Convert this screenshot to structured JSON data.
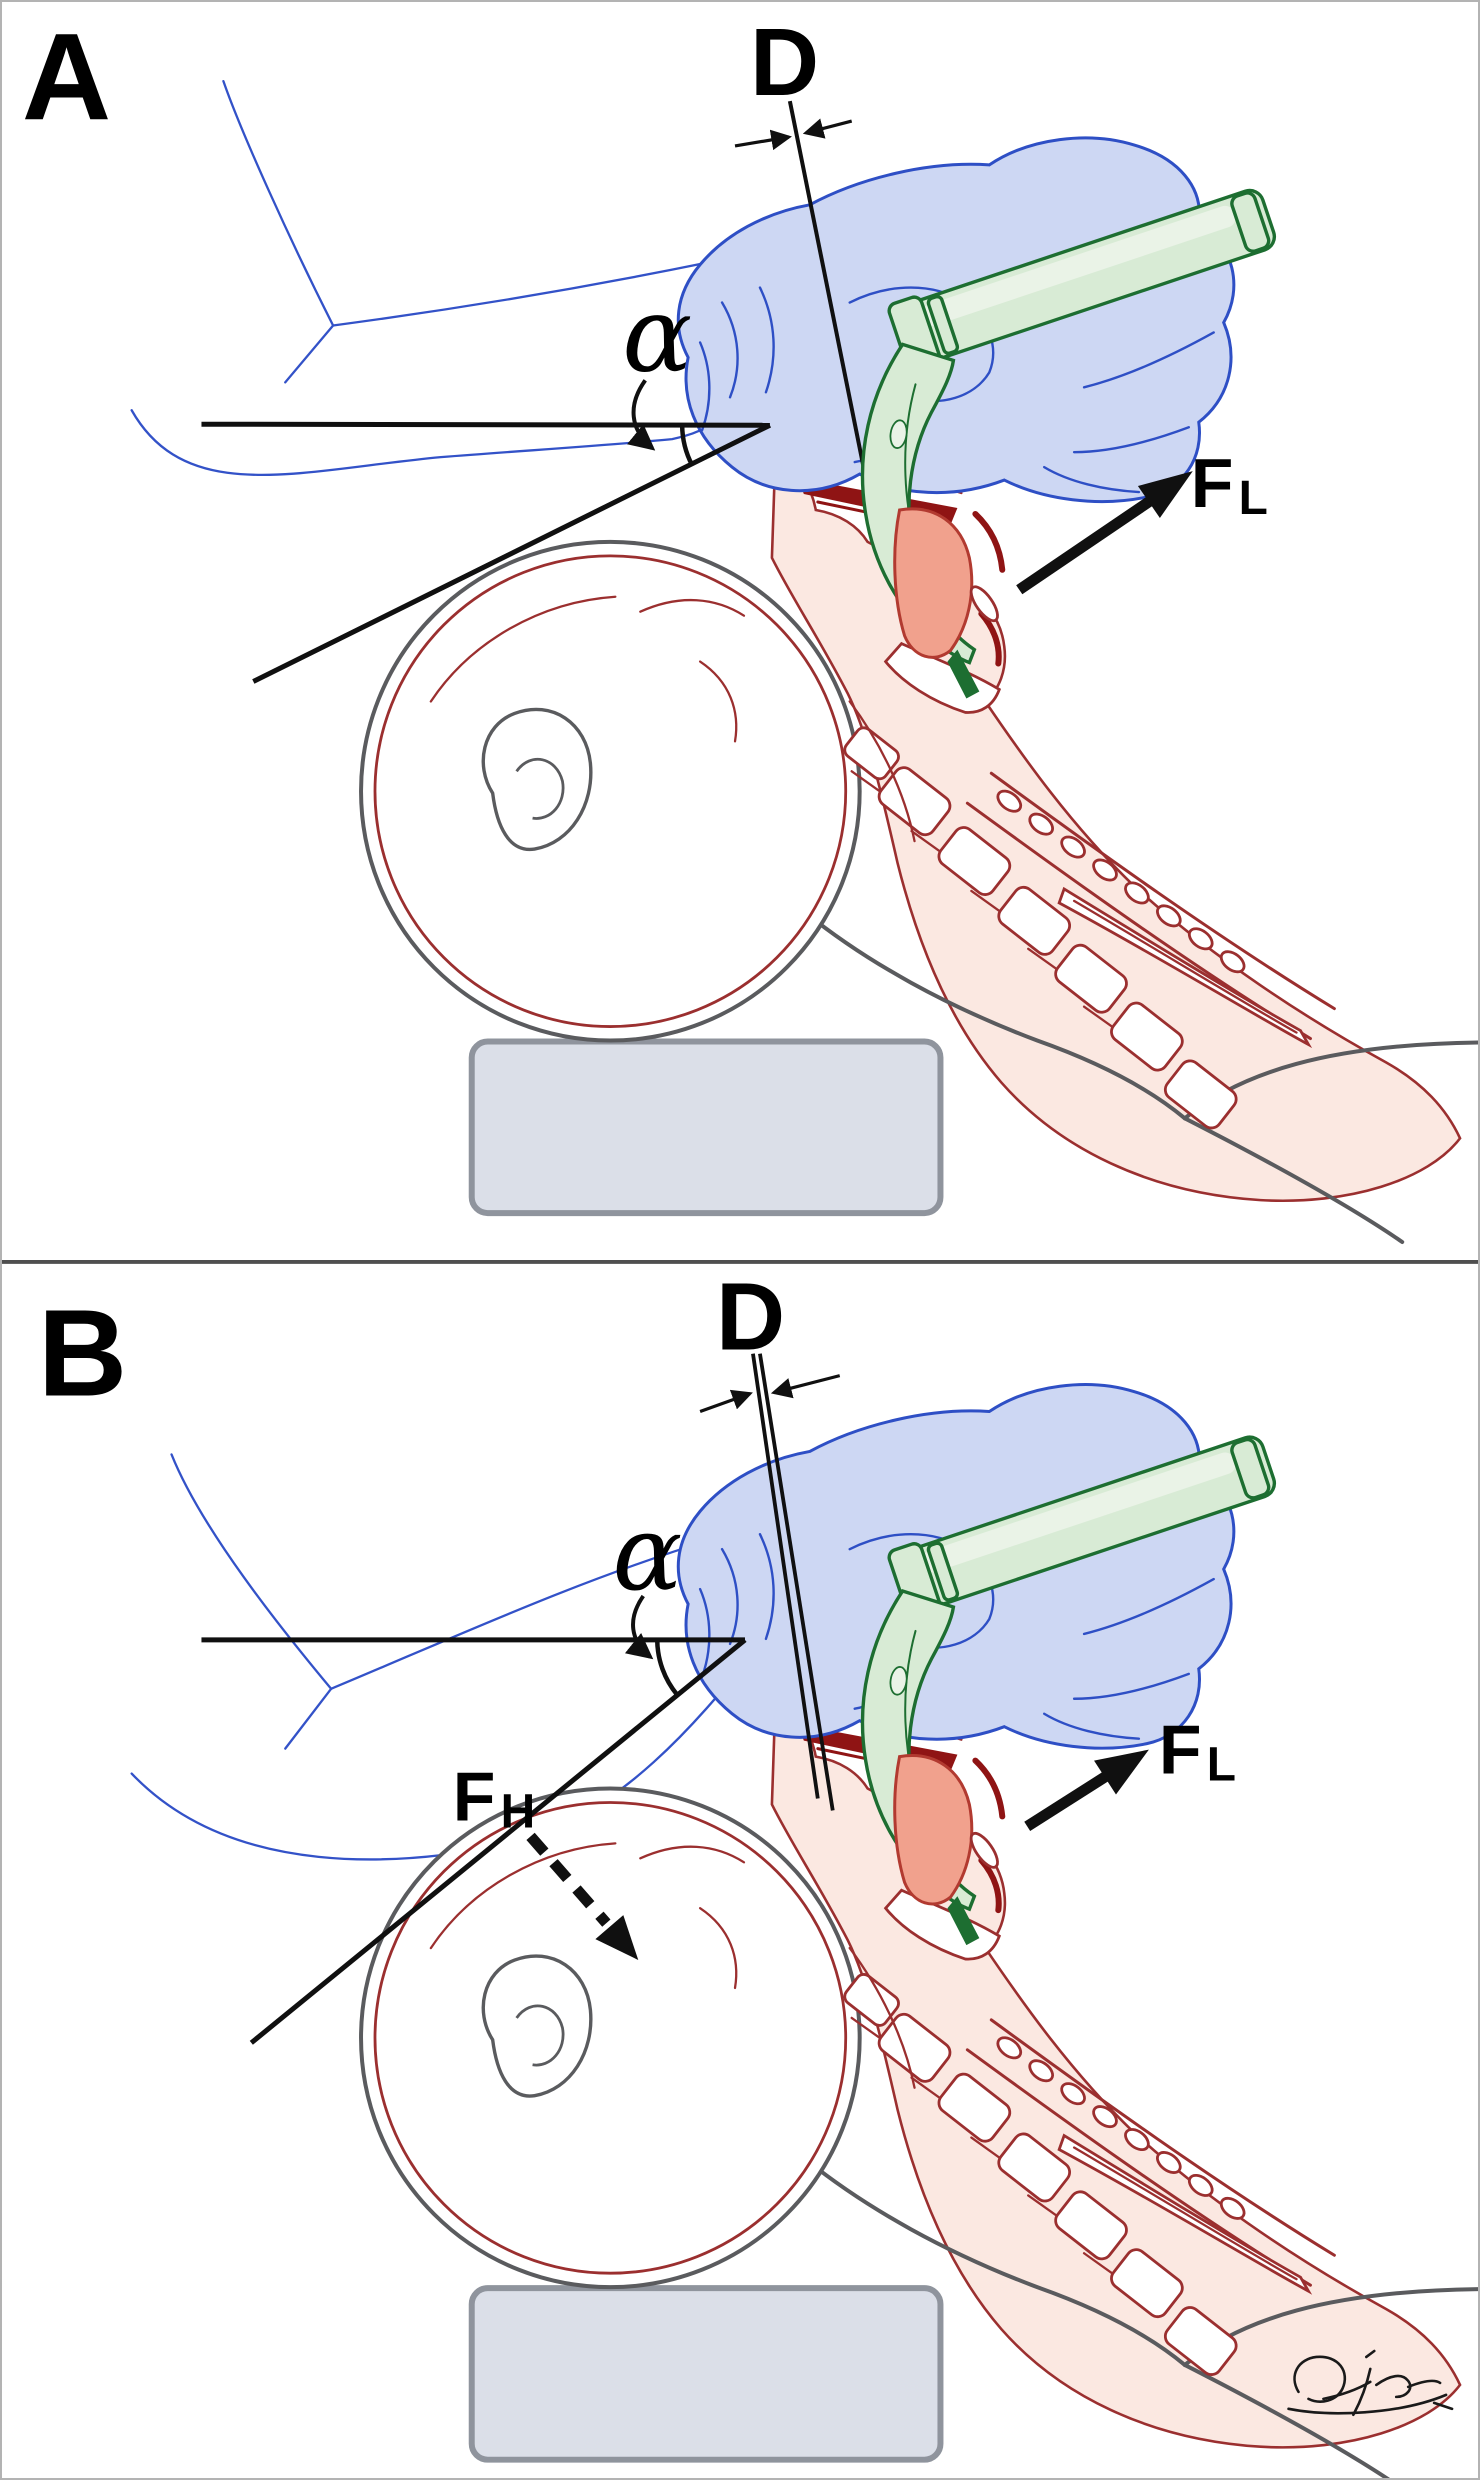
{
  "panel_a": {
    "label": "A",
    "distance_label": "D",
    "angle_label": "α",
    "force_l_main": "F",
    "force_l_sub": "L"
  },
  "panel_b": {
    "label": "B",
    "distance_label": "D",
    "angle_label": "α",
    "force_l_main": "F",
    "force_l_sub": "L",
    "force_h_main": "F",
    "force_h_sub": "H"
  },
  "icons": {
    "signature": "artist-signature-scrawl",
    "force_l_arrow": "solid-force-arrow",
    "force_h_arrow": "dashed-force-arrow",
    "dimension_arrows": "converging-dimension-arrows",
    "angle_arc": "angle-arc-with-curved-arrow"
  },
  "colors": {
    "glove_fill": "#cdd7f3",
    "glove_outline": "#2e4fc5",
    "arm_outline": "#3352c8",
    "scope_fill": "#d8ebd5",
    "scope_fill_light": "#eaf3e7",
    "scope_outline": "#1d6e31",
    "skin_fill": "#fbe8e1",
    "anatomy_outline": "#9b2f2f",
    "deep_red": "#8f1414",
    "tongue_fill": "#f1a18d",
    "tongue_outline": "#b23a30",
    "head_outline": "#5a5b5e",
    "pillow_fill": "#dbdfe8",
    "pillow_outline": "#8f949d",
    "annotation": "#101010",
    "divider": "#4f4f4f",
    "background": "#ffffff"
  }
}
